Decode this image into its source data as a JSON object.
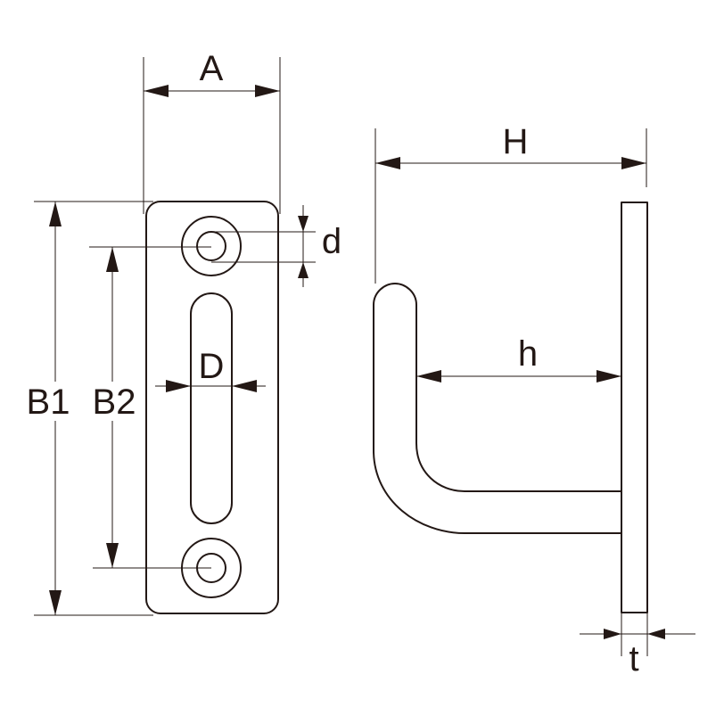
{
  "labels": {
    "A": "A",
    "B1": "B1",
    "B2": "B2",
    "D": "D",
    "d": "d",
    "H": "H",
    "h": "h",
    "t": "t"
  },
  "colors": {
    "line": "#231815",
    "background": "#ffffff"
  }
}
